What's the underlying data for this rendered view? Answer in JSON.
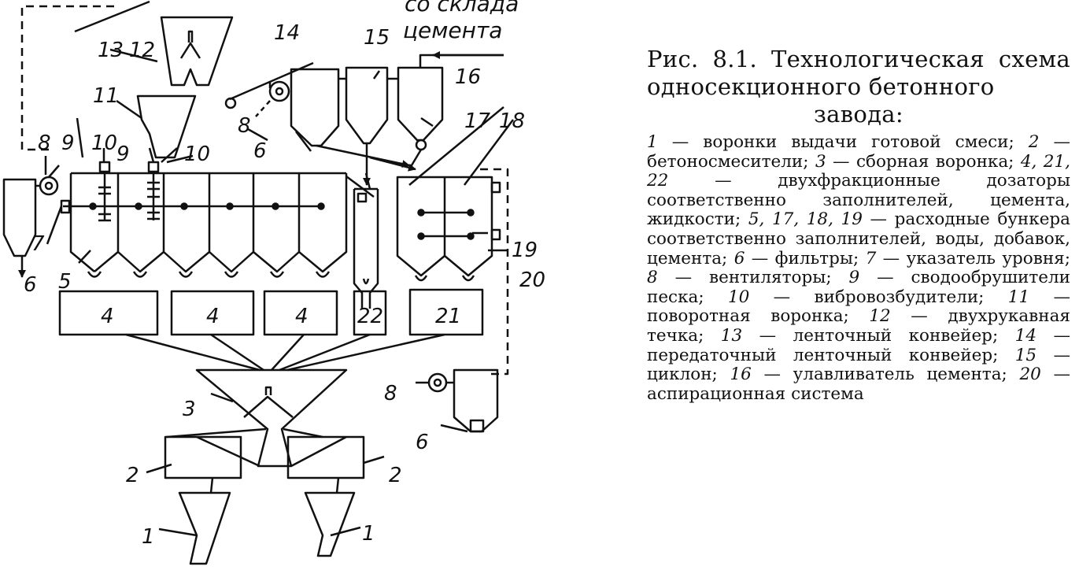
{
  "source_label": {
    "line1": "со склада",
    "line2": "цемента"
  },
  "labels": {
    "l1a": "1",
    "l1b": "1",
    "l2a": "2",
    "l2b": "2",
    "l3": "3",
    "l4a": "4",
    "l4b": "4",
    "l4c": "4",
    "l5": "5",
    "l6a": "6",
    "l6b": "6",
    "l6c": "6",
    "l7": "7",
    "l8a": "8",
    "l8b": "8",
    "l8c": "8",
    "l9a": "9",
    "l9b": "9",
    "l10a": "10",
    "l10b": "10",
    "l11": "11",
    "l12": "12",
    "l13": "13",
    "l14": "14",
    "l15": "15",
    "l16": "16",
    "l17": "17",
    "l18": "18",
    "l19": "19",
    "l20": "20",
    "l21": "21",
    "l22": "22"
  },
  "caption": {
    "title_main": "Рис. 8.1. Технологическая схема односекционного бетонного",
    "title_sub": "завода:",
    "legend": [
      {
        "num": "1",
        "text": " — воронки выдачи готовой смеси; "
      },
      {
        "num": "2",
        "text": " — бетоносмесители; "
      },
      {
        "num": "3",
        "text": " — сборная воронка; "
      },
      {
        "num": "4, 21, 22",
        "text": " — двухфракционные дозаторы соответственно заполнителей, цемента, жидкости; "
      },
      {
        "num": "5, 17, 18, 19",
        "text": " — расходные бункера соответственно заполнителей, воды, добавок, цемента; "
      },
      {
        "num": "6",
        "text": " — фильтры; "
      },
      {
        "num": "7",
        "text": " — указатель уровня; "
      },
      {
        "num": "8",
        "text": " — вентиляторы; "
      },
      {
        "num": "9",
        "text": " — сводообрушители песка; "
      },
      {
        "num": "10",
        "text": " — вибровозбудители; "
      },
      {
        "num": "11",
        "text": " — поворотная воронка; "
      },
      {
        "num": "12",
        "text": " — двухрукавная течка; "
      },
      {
        "num": "13",
        "text": " — ленточный конвейер; "
      },
      {
        "num": "14",
        "text": " — передаточный ленточный конвейер; "
      },
      {
        "num": "15",
        "text": " — циклон; "
      },
      {
        "num": "16",
        "text": " — улавливатель цемента; "
      },
      {
        "num": "20",
        "text": " — аспирационная система"
      }
    ]
  }
}
